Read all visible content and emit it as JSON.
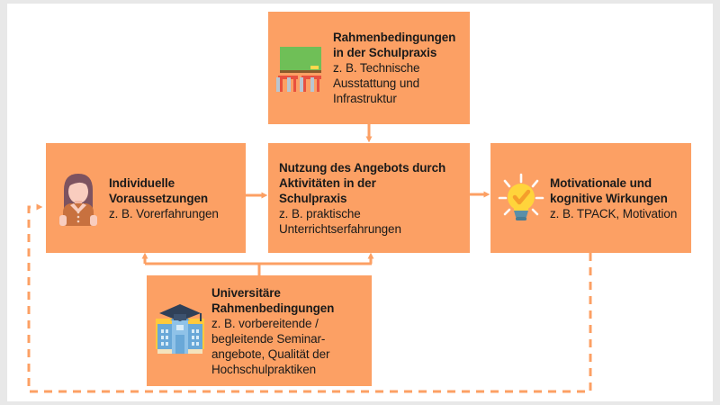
{
  "diagram": {
    "background": "#e8e8e8",
    "canvas_color": "#ffffff",
    "node_color": "#fca064",
    "connector_color": "#fca064",
    "text_color": "#1a1a1a",
    "nodes": [
      {
        "id": "rahmen-schulpraxis",
        "icon": "chalkboard-desks-icon",
        "title_line1": "Rahmenbedingungen",
        "title_line2": "in der Schulpraxis",
        "sub_line1": "z. B. Technische",
        "sub_line2": "Ausstattung und",
        "sub_line3": "Infrastruktur"
      },
      {
        "id": "individuelle",
        "icon": "person-student-icon",
        "title_line1": "Individuelle",
        "title_line2": "Voraussetzungen",
        "sub_line1": "z. B. Vorerfahrungen",
        "sub_line2": "",
        "sub_line3": ""
      },
      {
        "id": "nutzung",
        "icon": "none",
        "title_line1": "Nutzung des Angebots durch",
        "title_line2": "Aktivitäten in der",
        "title_line3": "Schulpraxis",
        "sub_line1": "z. B. praktische",
        "sub_line2": "Unterrichtserfahrungen",
        "sub_line3": ""
      },
      {
        "id": "wirkungen",
        "icon": "lightbulb-check-icon",
        "title_line1": "Motivationale und",
        "title_line2": "kognitive Wirkungen",
        "sub_line1": "z. B. TPACK, Motivation",
        "sub_line2": "",
        "sub_line3": ""
      },
      {
        "id": "universitaere",
        "icon": "university-building-icon",
        "title_line1": "Universitäre",
        "title_line2": "Rahmenbedingungen",
        "sub_line1": "z. B. vorbereitende /",
        "sub_line2": "begleitende Seminar-",
        "sub_line3": "angebote, Qualität der",
        "sub_line4": "Hochschulpraktiken"
      }
    ],
    "connectors": [
      {
        "id": "rahmen-to-nutzung",
        "style": "solid",
        "from": "rahmen-schulpraxis",
        "to": "nutzung",
        "direction": "down"
      },
      {
        "id": "individuelle-to-nutzung",
        "style": "solid",
        "from": "individuelle",
        "to": "nutzung",
        "direction": "right"
      },
      {
        "id": "nutzung-to-wirkungen",
        "style": "solid",
        "from": "nutzung",
        "to": "wirkungen",
        "direction": "right"
      },
      {
        "id": "universitaere-to-individuelle",
        "style": "solid",
        "from": "universitaere",
        "to": "individuelle",
        "direction": "up"
      },
      {
        "id": "universitaere-to-nutzung",
        "style": "solid",
        "from": "universitaere",
        "to": "nutzung",
        "direction": "up"
      },
      {
        "id": "wirkungen-to-individuelle-feedback",
        "style": "dashed",
        "from": "wirkungen",
        "to": "individuelle",
        "direction": "left"
      }
    ]
  }
}
